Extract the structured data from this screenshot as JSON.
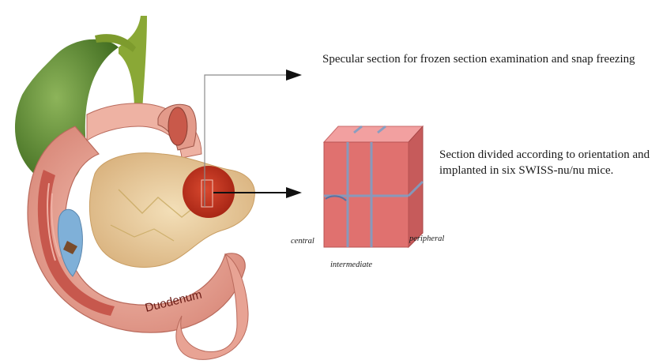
{
  "annotations": {
    "snap_freeze": "Specular section for frozen section examination and snap freezing",
    "implant": "Section divided according to orientation and implanted in six SWISS-nu/nu mice."
  },
  "anatomy_labels": {
    "duodenum": "Duodenum"
  },
  "block_labels": {
    "central": "central",
    "peripheral": "peripheral",
    "intermediate": "intermediate"
  },
  "colors": {
    "gallbladder": "#5c8a2e",
    "duodenum": "#e8a394",
    "pancreas": "#e6c99a",
    "tumor": "#c8321e",
    "block_front": "#e0716f",
    "block_grid": "#7f9ec4",
    "stomach_cavity": "#7fb0d8"
  }
}
